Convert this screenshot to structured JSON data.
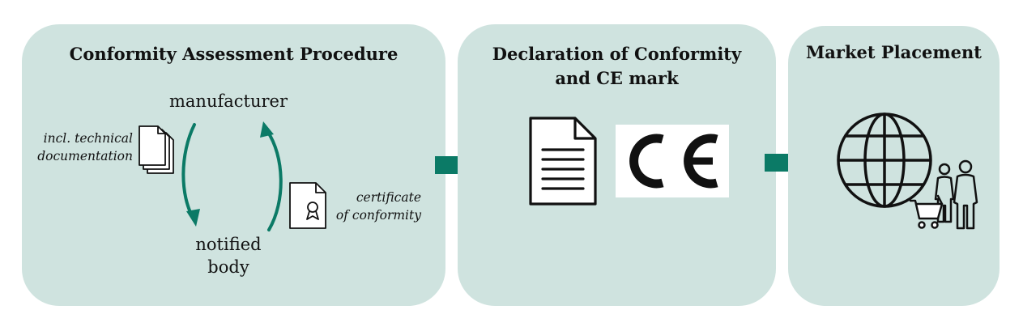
{
  "panels": [
    {
      "title": "Conformity Assessment Procedure",
      "nodes": {
        "top": "manufacturer",
        "bottom_line1": "notified",
        "bottom_line2": "body"
      },
      "annotations": {
        "left_line1": "incl. technical",
        "left_line2": "documentation",
        "right_line1": "certificate",
        "right_line2": "of conformity"
      }
    },
    {
      "title_line1": "Declaration of Conformity",
      "title_line2": "and CE mark"
    },
    {
      "title": "Market Placement"
    }
  ],
  "colors": {
    "panel": "#cfe3df",
    "accent": "#0b7a66",
    "ink": "#111111"
  },
  "icons": [
    "documents-stack-icon",
    "certificate-icon",
    "document-icon",
    "ce-mark-icon",
    "globe-icon",
    "shoppers-cart-icon"
  ]
}
